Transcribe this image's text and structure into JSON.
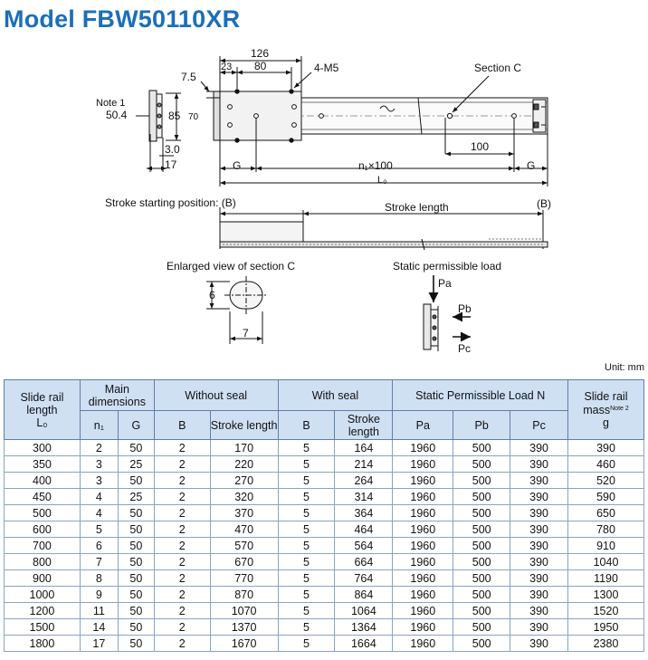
{
  "title": "Model FBW50110XR",
  "drawing": {
    "dim_126": "126",
    "dim_23": "23",
    "dim_80": "80",
    "dim_7_5": "7.5",
    "tap": "4-M5",
    "section_c": "Section C",
    "note1": "Note 1",
    "dim_50_4": "50.4",
    "dim_85": "85",
    "dim_70": "70",
    "dim_3_0": "3.0",
    "dim_17": "17",
    "dim_100": "100",
    "g_left": "G",
    "g_right": "G",
    "n1x100": "n₁×100",
    "lo": "L₀",
    "stroke_start": "Stroke starting position: (B)",
    "stroke_length": "Stroke length",
    "b_right": "(B)",
    "enlarged": "Enlarged view of section C",
    "dim_6": "6",
    "dim_7": "7",
    "static_load": "Static permissible load",
    "pa": "Pa",
    "pb": "Pb",
    "pc": "Pc"
  },
  "unit": "Unit: mm",
  "table": {
    "h_slide_rail": "Slide rail length",
    "h_lo": "L₀",
    "h_main": "Main dimensions",
    "h_without": "Without seal",
    "h_with": "With seal",
    "h_static": "Static Permissible Load N",
    "h_mass": "Slide rail mass",
    "h_mass_note": "Note 2",
    "h_mass_unit": "g",
    "h_n1": "n₁",
    "h_g": "G",
    "h_b1": "B",
    "h_stroke1": "Stroke length",
    "h_b2": "B",
    "h_stroke2": "Stroke length",
    "h_pa": "Pa",
    "h_pb": "Pb",
    "h_pc": "Pc",
    "rows": [
      [
        "300",
        "2",
        "50",
        "2",
        "170",
        "5",
        "164",
        "1960",
        "500",
        "390",
        "390"
      ],
      [
        "350",
        "3",
        "25",
        "2",
        "220",
        "5",
        "214",
        "1960",
        "500",
        "390",
        "460"
      ],
      [
        "400",
        "3",
        "50",
        "2",
        "270",
        "5",
        "264",
        "1960",
        "500",
        "390",
        "520"
      ],
      [
        "450",
        "4",
        "25",
        "2",
        "320",
        "5",
        "314",
        "1960",
        "500",
        "390",
        "590"
      ],
      [
        "500",
        "4",
        "50",
        "2",
        "370",
        "5",
        "364",
        "1960",
        "500",
        "390",
        "650"
      ],
      [
        "600",
        "5",
        "50",
        "2",
        "470",
        "5",
        "464",
        "1960",
        "500",
        "390",
        "780"
      ],
      [
        "700",
        "6",
        "50",
        "2",
        "570",
        "5",
        "564",
        "1960",
        "500",
        "390",
        "910"
      ],
      [
        "800",
        "7",
        "50",
        "2",
        "670",
        "5",
        "664",
        "1960",
        "500",
        "390",
        "1040"
      ],
      [
        "900",
        "8",
        "50",
        "2",
        "770",
        "5",
        "764",
        "1960",
        "500",
        "390",
        "1190"
      ],
      [
        "1000",
        "9",
        "50",
        "2",
        "870",
        "5",
        "864",
        "1960",
        "500",
        "390",
        "1300"
      ],
      [
        "1200",
        "11",
        "50",
        "2",
        "1070",
        "5",
        "1064",
        "1960",
        "500",
        "390",
        "1520"
      ],
      [
        "1500",
        "14",
        "50",
        "2",
        "1370",
        "5",
        "1364",
        "1960",
        "500",
        "390",
        "1950"
      ],
      [
        "1800",
        "17",
        "50",
        "2",
        "1670",
        "5",
        "1664",
        "1960",
        "500",
        "390",
        "2380"
      ]
    ]
  }
}
